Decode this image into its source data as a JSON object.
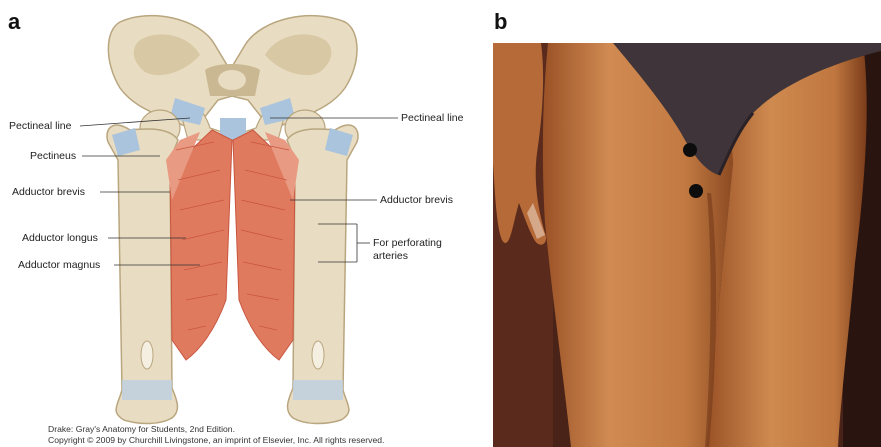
{
  "panel_a": {
    "letter": "a",
    "labels_left": [
      "Pectineal line",
      "Pectineus",
      "Adductor brevis",
      "Adductor longus",
      "Adductor magnus"
    ],
    "labels_right": [
      "Pectineal line",
      "Adductor brevis",
      "For perforating",
      "arteries"
    ],
    "credit_line1": "Drake: Gray's Anatomy for Students, 2nd Edition.",
    "credit_line2": "Copyright © 2009 by Churchill Livingstone, an imprint of Elsevier, Inc. All rights reserved."
  },
  "panel_b": {
    "letter": "b"
  },
  "colors": {
    "bone": "#e8dcc2",
    "bone_shade": "#c9b891",
    "cartilage": "#a9c4dc",
    "muscle": "#e07a5f",
    "muscle_dark": "#c9563f",
    "skin": "#c77a44",
    "swimsuit": "#3e3439",
    "marker": "#0d0d0d"
  }
}
